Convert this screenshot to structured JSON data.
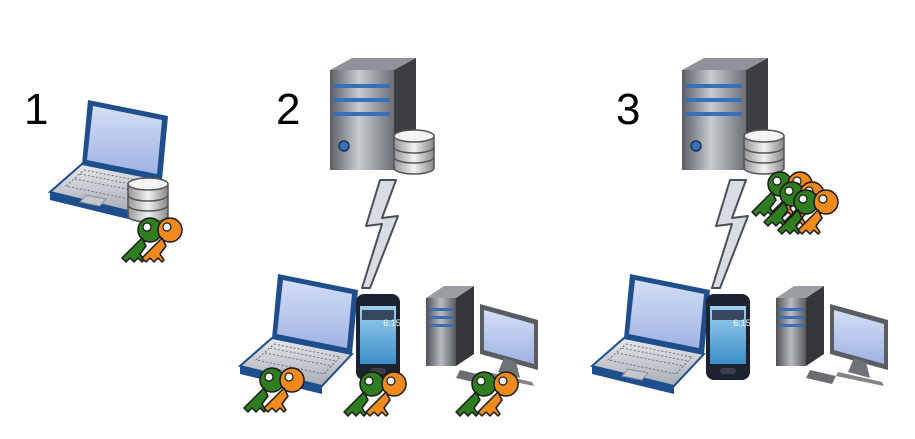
{
  "panels": [
    {
      "number": "1",
      "devices": [
        "laptop",
        "database"
      ],
      "keys": [
        "green-key",
        "orange-key"
      ]
    },
    {
      "number": "2",
      "devices": [
        "server",
        "database",
        "lightning-link",
        "laptop",
        "smartphone",
        "desktop-pc"
      ],
      "keys": [
        "green-key",
        "orange-key"
      ]
    },
    {
      "number": "3",
      "devices": [
        "server",
        "database",
        "lightning-link",
        "laptop",
        "smartphone",
        "desktop-pc"
      ],
      "keys": [
        "green-key",
        "orange-key",
        "green-key",
        "orange-key",
        "green-key",
        "orange-key"
      ]
    }
  ],
  "phone_display": "6:15",
  "colors": {
    "green_key": "#2e7d1e",
    "orange_key": "#f08a1c",
    "laptop_screen": "#b8c6ea",
    "laptop_frame": "#1f4e8c",
    "server_body": "#6e6e6e",
    "server_accent": "#3b6fb6"
  }
}
